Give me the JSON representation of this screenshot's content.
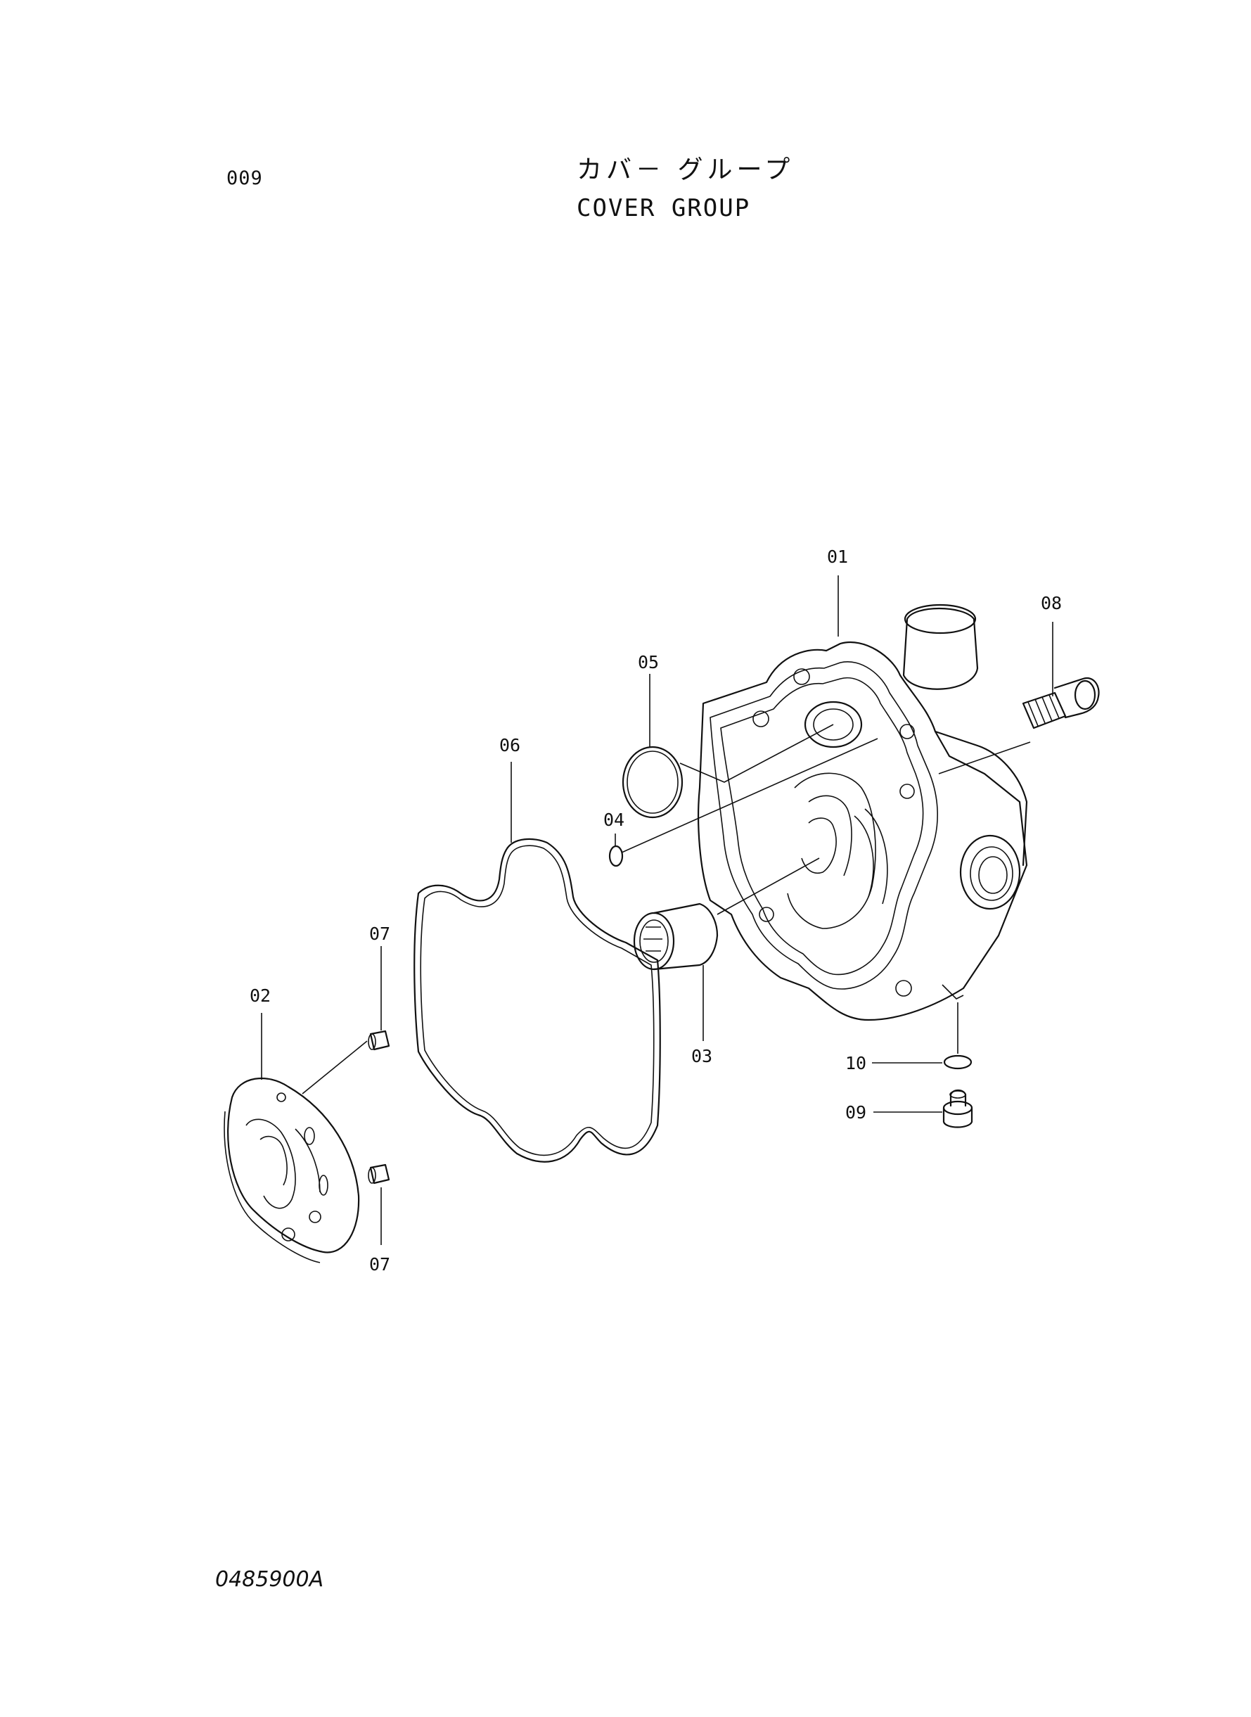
{
  "header": {
    "page_number": "009",
    "title_jp": "カバ－ グループ",
    "title_en": "COVER GROUP"
  },
  "footer": {
    "doc_code": "0485900A"
  },
  "callouts": {
    "p01": "01",
    "p02": "02",
    "p03": "03",
    "p04": "04",
    "p05": "05",
    "p06": "06",
    "p07a": "07",
    "p07b": "07",
    "p08": "08",
    "p09": "09",
    "p10": "10"
  }
}
